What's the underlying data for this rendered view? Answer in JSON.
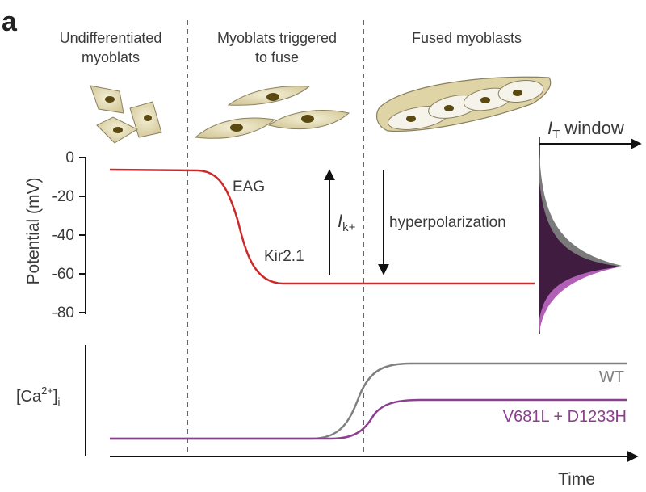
{
  "panel_label": "a",
  "stages": [
    "Undifferentiated",
    "myoblats",
    "Myoblats triggered",
    "to fuse",
    "Fused myoblasts"
  ],
  "top": {
    "ylabel": "Potential (mV)",
    "yticks": [
      "0",
      "-20",
      "-40",
      "-60",
      "-80"
    ],
    "eag_label": "EAG",
    "kir_label": "Kir2.1",
    "ik_main": "I",
    "ik_sub": "k+",
    "hyper_label": "hyperpolarization",
    "it_main": "I",
    "it_sub": "T",
    "it_rest": " window"
  },
  "bottom": {
    "ylabel_main": "[Ca",
    "ylabel_sup": "2+",
    "ylabel_close": "]",
    "ylabel_sub": "i",
    "series": [
      {
        "name": "WT",
        "color": "#808080"
      },
      {
        "name": "V681L + D1233H",
        "color": "#8c3f8f"
      }
    ],
    "xlabel": "Time"
  },
  "colors": {
    "potential": "#cc2a2a",
    "wt": "#808080",
    "mutant": "#8c3f8f",
    "cell_fill": "#e4dcb5",
    "nucleus": "#5a4a12",
    "window_dark": "#3f1c40",
    "window_grey": "#7a7a7a",
    "window_purple": "#b25fb7"
  }
}
